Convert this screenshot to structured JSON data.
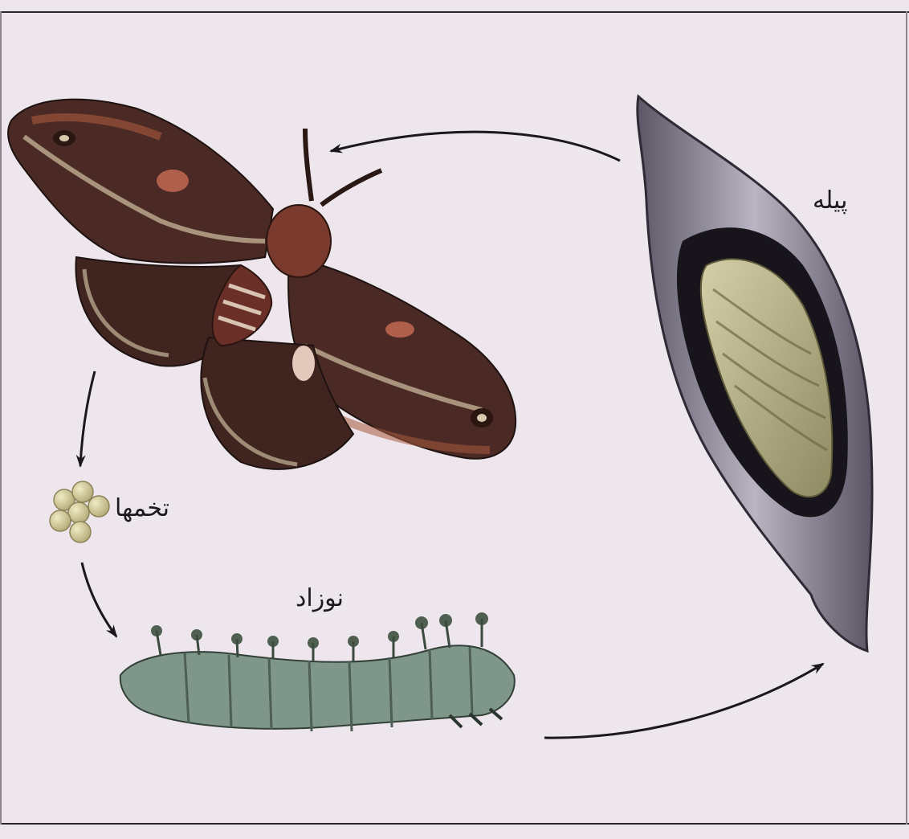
{
  "labels": {
    "cocoon": "پیله",
    "eggs": "تخمها",
    "larva": "نوزاد"
  },
  "icons": [
    "moth-icon",
    "egg-cluster-icon",
    "caterpillar-icon",
    "cocoon-icon"
  ],
  "colors": {
    "background": "#ede6ec",
    "moth_wing": "#4a2a26",
    "caterpillar": "#7a9080",
    "cocoon": "#8f8a9c",
    "eggs": "#d8d0a0"
  }
}
